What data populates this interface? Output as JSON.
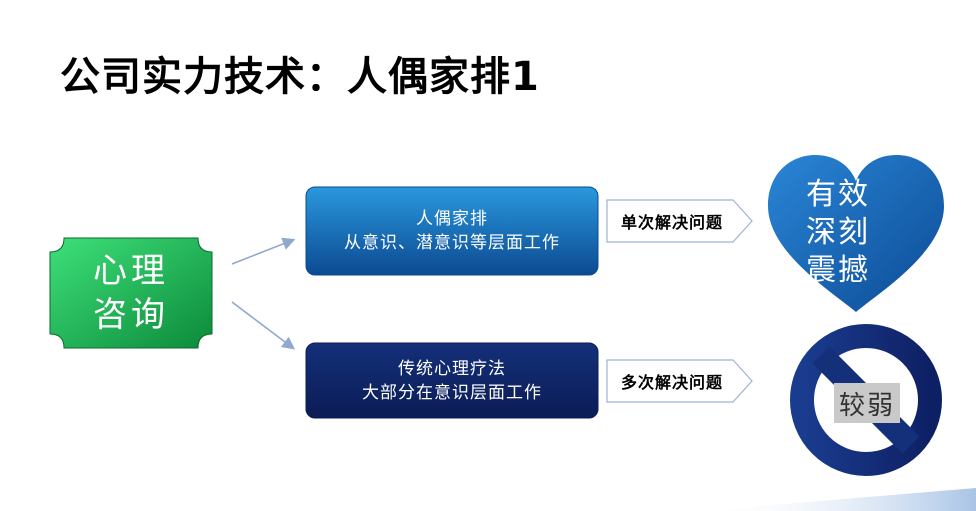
{
  "slide": {
    "title": "公司实力技术：人偶家排1"
  },
  "source_node": {
    "line1": "心理",
    "line2": "咨询"
  },
  "method_a": {
    "line1": "人偶家排",
    "line2": "从意识、潜意识等层面工作",
    "result_label": "单次解决问题",
    "outcome": [
      "有效",
      "深刻",
      "震撼"
    ]
  },
  "method_b": {
    "line1": "传统心理疗法",
    "line2": "大部分在意识层面工作",
    "result_label": "多次解决问题",
    "outcome": "较弱"
  },
  "colors": {
    "source_green_light": "#2fd36a",
    "source_green_dark": "#0c8a3a",
    "box_a_top": "#1e8ad4",
    "box_a_bottom": "#0d4f97",
    "box_b": "#0f2466",
    "heart": "#1566b8",
    "no_sign": "#15307a",
    "connector": "#8fa8cc"
  }
}
